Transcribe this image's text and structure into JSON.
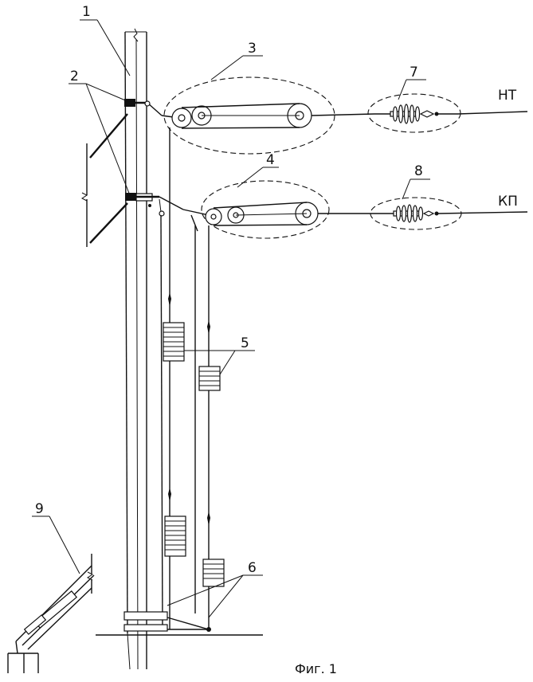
{
  "labels": {
    "n1": "1",
    "n2": "2",
    "n3": "3",
    "n4": "4",
    "n5": "5",
    "n6": "6",
    "n7": "7",
    "n8": "8",
    "n9": "9",
    "nt": "НТ",
    "kp": "КП"
  },
  "caption": "Фиг. 1"
}
